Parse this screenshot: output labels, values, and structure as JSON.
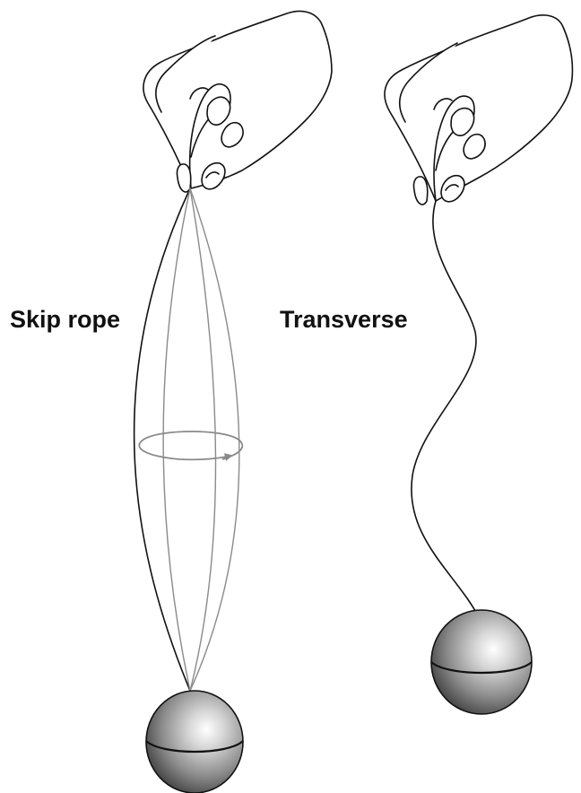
{
  "labels": {
    "skip_rope": "Skip rope",
    "transverse": "Transverse"
  },
  "colors": {
    "outline": "#111111",
    "rope_grey": "#8a8a8a",
    "background": "#ffffff"
  },
  "panels": [
    {
      "name": "skip-rope",
      "mode": "rotating loop",
      "icons": [
        "hand-icon",
        "ball-icon",
        "rotation-arrow-icon"
      ]
    },
    {
      "name": "transverse",
      "mode": "wavy string",
      "icons": [
        "hand-icon",
        "ball-icon"
      ]
    }
  ]
}
